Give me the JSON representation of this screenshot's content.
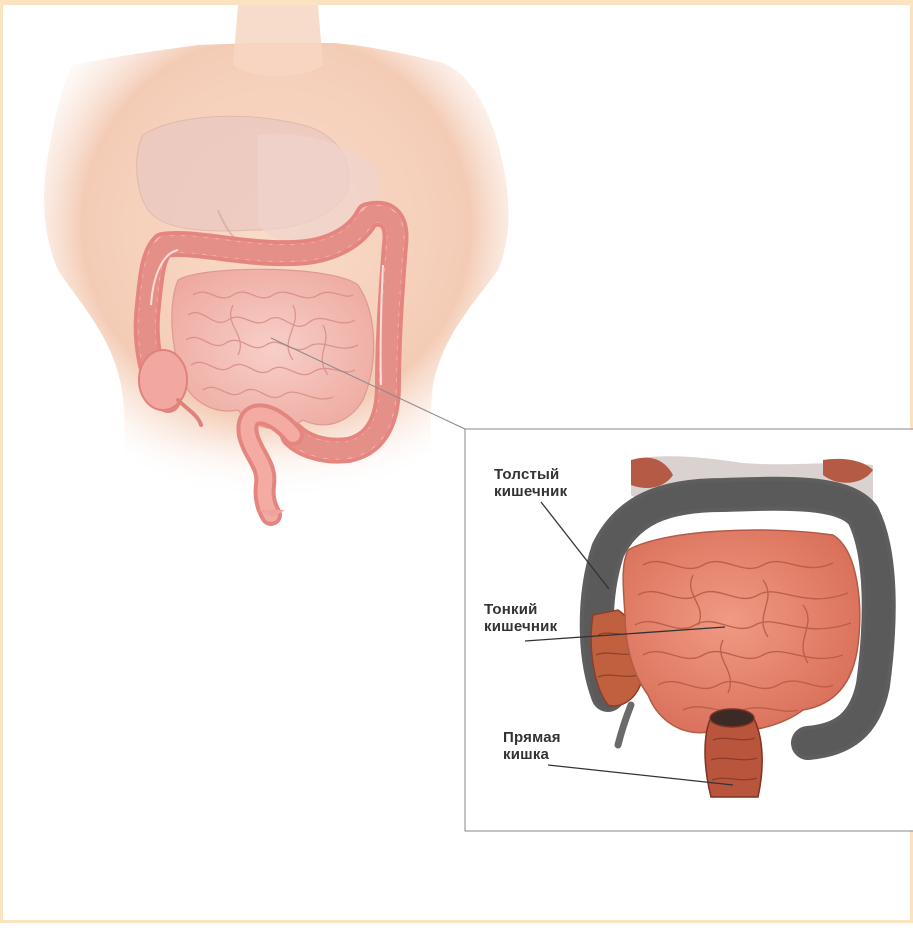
{
  "figure": {
    "labels": {
      "large_intestine": "Толстый\nкишечник",
      "small_intestine": "Тонкий\nкишечник",
      "rectum": "Прямая\nкишка"
    }
  },
  "colors": {
    "frame": "#fbe3c2",
    "skin": "#f6d2bd",
    "colon_outline": "#e88f8a",
    "colon_fill": "#f6b3ad",
    "small_intestine": "#f2b9b1",
    "inset_colon": "#6e6e6e",
    "inset_small_intestine": "#e9806b",
    "inset_rectum": "#b9553d",
    "inset_border": "#8a8a8a"
  }
}
